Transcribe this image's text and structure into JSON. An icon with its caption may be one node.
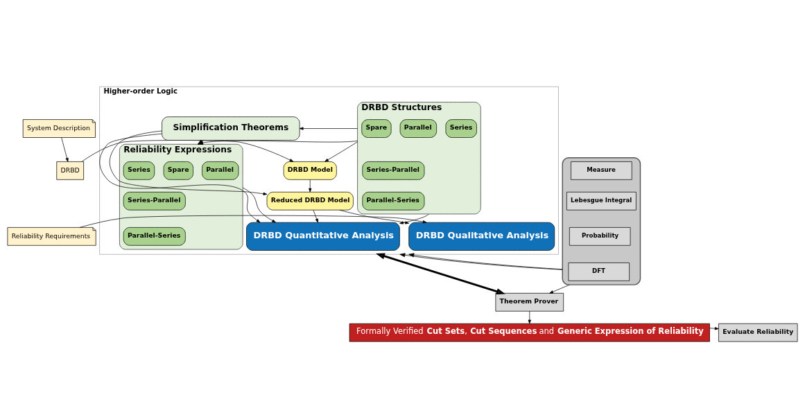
{
  "diagram": {
    "nodes": [
      {
        "text": [
          "Higher-order Logic"
        ]
      },
      {
        "text": [
          "DRBD Structures"
        ],
        "in": 0
      },
      {
        "text": [
          "Spare"
        ],
        "in": 1
      },
      {
        "text": [
          "Parallel"
        ],
        "in": 1
      },
      {
        "text": [
          "Series"
        ],
        "in": 1
      },
      {
        "text": [
          "Series-Parallel"
        ],
        "in": 1
      },
      {
        "text": [
          "Parallel-Series"
        ],
        "in": 1
      },
      {
        "text": [
          "Simplification Theorems"
        ],
        "in": 0
      },
      {
        "text": [
          "Reliability Expressions"
        ],
        "in": 0
      },
      {
        "text": [
          "Spare"
        ],
        "in": 8
      },
      {
        "text": [
          "Series"
        ],
        "in": 8
      },
      {
        "text": [
          "Parallel"
        ],
        "in": 8
      },
      {
        "text": [
          "Series-Parallel"
        ],
        "in": 8
      },
      {
        "text": [
          "Parallel-Series"
        ],
        "in": 8
      },
      {
        "text": [
          "DRBD Model"
        ],
        "in": 0
      },
      {
        "text": [
          "Reduced DRBD Model"
        ],
        "in": 0
      },
      {
        "text": [
          "DRBD Qualitative Analysis"
        ],
        "in": 0
      },
      {
        "text": [
          "DRBD Quantitative Analysis"
        ],
        "in": 0
      },
      {
        "text": [
          "System Description"
        ]
      },
      {
        "text": [
          "DRBD"
        ]
      },
      {
        "text": [
          "Reliability Requirements"
        ]
      },
      {
        "text": [],
        "shape": "cylinder"
      },
      {
        "text": [
          "Measure"
        ],
        "in": 21
      },
      {
        "text": [
          "Lebesgue Integral"
        ],
        "in": 21
      },
      {
        "text": [
          "Probability"
        ],
        "in": 21
      },
      {
        "text": [
          "DFT"
        ],
        "in": 21
      },
      {
        "text": [
          "Theorem Prover"
        ]
      },
      {
        "text": [
          "Formally Verified **Cut Sets**, **Cut Sequences** and **Generic Expression of Reliability**"
        ]
      },
      {
        "text": [
          "Evaluate Reliability"
        ]
      }
    ],
    "edges": [
      {
        "from": 18,
        "to": 19,
        "arrow": "to"
      },
      {
        "from": 19,
        "to": 14,
        "arrow": "to"
      },
      {
        "from": 1,
        "to": 7,
        "arrow": "to"
      },
      {
        "from": 1,
        "to": 8,
        "arrow": "to"
      },
      {
        "from": 1,
        "to": 17,
        "arrow": "to"
      },
      {
        "from": 1,
        "to": 14,
        "arrow": "to"
      },
      {
        "from": 7,
        "to": 8,
        "arrow": "to"
      },
      {
        "from": 7,
        "to": 15,
        "arrow": "to"
      },
      {
        "from": 7,
        "to": 17,
        "arrow": "to"
      },
      {
        "from": 14,
        "to": 15,
        "arrow": "to"
      },
      {
        "from": 15,
        "to": 16,
        "arrow": "to"
      },
      {
        "from": 15,
        "to": 17,
        "arrow": "to"
      },
      {
        "from": 8,
        "to": 17,
        "arrow": "to"
      },
      {
        "from": 20,
        "to": 16,
        "arrow": "to"
      },
      {
        "from": 21,
        "to": 0,
        "arrow": "to"
      },
      {
        "from": 21,
        "to": 0,
        "arrow": "to"
      },
      {
        "from": 21,
        "to": 26,
        "arrow": "to"
      },
      {
        "from": 0,
        "to": 26,
        "arrow": "both",
        "style": "thick"
      },
      {
        "from": 26,
        "to": 27,
        "arrow": "to"
      },
      {
        "from": 27,
        "to": 28,
        "arrow": "to"
      }
    ]
  }
}
